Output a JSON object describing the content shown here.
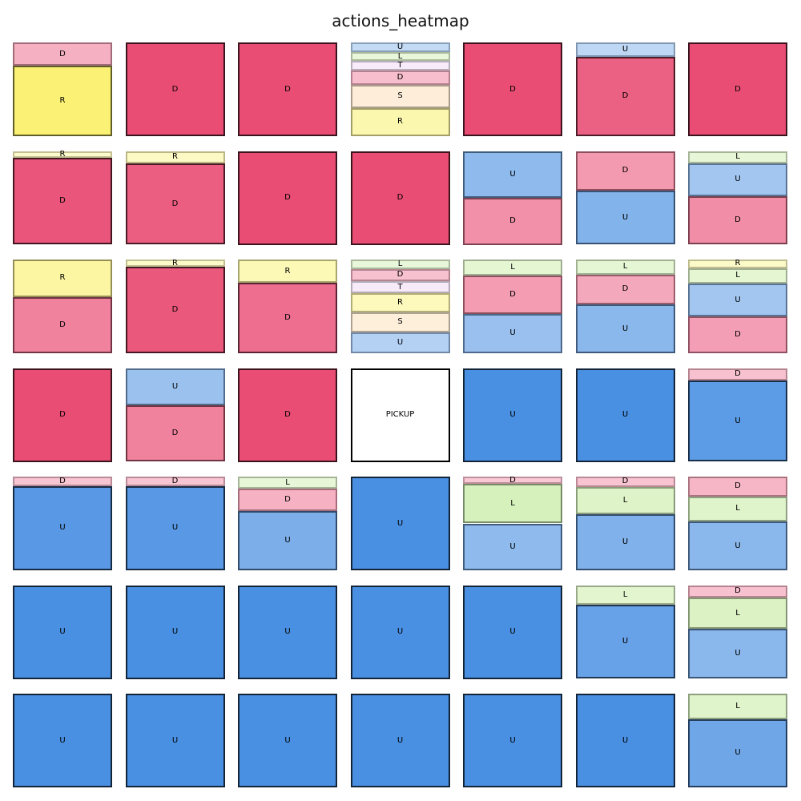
{
  "chart_data": {
    "type": "heatmap",
    "title": "actions_heatmap",
    "rows": 7,
    "cols": 7,
    "colors": {
      "D": "#e94d74",
      "R": "#f9ee55",
      "U": "#4a90e2",
      "L": "#b9e68a",
      "T": "#e8c6f0",
      "S": "#fdd9a8",
      "PICKUP": "#ffffff"
    },
    "cells": [
      [
        [
          {
            "a": "R",
            "p": 0.75
          },
          {
            "a": "D",
            "p": 0.25
          }
        ],
        [
          {
            "a": "D",
            "p": 1.0
          }
        ],
        [
          {
            "a": "D",
            "p": 1.0
          }
        ],
        [
          {
            "a": "R",
            "p": 0.3
          },
          {
            "a": "S",
            "p": 0.25
          },
          {
            "a": "D",
            "p": 0.15
          },
          {
            "a": "T",
            "p": 0.1
          },
          {
            "a": "L",
            "p": 0.1
          },
          {
            "a": "U",
            "p": 0.1
          }
        ],
        [
          {
            "a": "D",
            "p": 1.0
          }
        ],
        [
          {
            "a": "D",
            "p": 0.85
          },
          {
            "a": "U",
            "p": 0.15
          }
        ],
        [
          {
            "a": "D",
            "p": 1.0
          }
        ]
      ],
      [
        [
          {
            "a": "D",
            "p": 0.93
          },
          {
            "a": "R",
            "p": 0.07
          }
        ],
        [
          {
            "a": "D",
            "p": 0.87
          },
          {
            "a": "R",
            "p": 0.13
          }
        ],
        [
          {
            "a": "D",
            "p": 1.0
          }
        ],
        [
          {
            "a": "D",
            "p": 1.0
          }
        ],
        [
          {
            "a": "D",
            "p": 0.5
          },
          {
            "a": "U",
            "p": 0.5
          }
        ],
        [
          {
            "a": "U",
            "p": 0.58
          },
          {
            "a": "D",
            "p": 0.42
          }
        ],
        [
          {
            "a": "D",
            "p": 0.52
          },
          {
            "a": "U",
            "p": 0.35
          },
          {
            "a": "L",
            "p": 0.13
          }
        ]
      ],
      [
        [
          {
            "a": "D",
            "p": 0.6
          },
          {
            "a": "R",
            "p": 0.4
          }
        ],
        [
          {
            "a": "D",
            "p": 0.92
          },
          {
            "a": "R",
            "p": 0.08
          }
        ],
        [
          {
            "a": "D",
            "p": 0.75
          },
          {
            "a": "R",
            "p": 0.25
          }
        ],
        [
          {
            "a": "U",
            "p": 0.22
          },
          {
            "a": "S",
            "p": 0.22
          },
          {
            "a": "R",
            "p": 0.2
          },
          {
            "a": "T",
            "p": 0.13
          },
          {
            "a": "D",
            "p": 0.13
          },
          {
            "a": "L",
            "p": 0.1
          }
        ],
        [
          {
            "a": "U",
            "p": 0.42
          },
          {
            "a": "D",
            "p": 0.41
          },
          {
            "a": "L",
            "p": 0.17
          }
        ],
        [
          {
            "a": "U",
            "p": 0.52
          },
          {
            "a": "D",
            "p": 0.32
          },
          {
            "a": "L",
            "p": 0.16
          }
        ],
        [
          {
            "a": "D",
            "p": 0.39
          },
          {
            "a": "U",
            "p": 0.35
          },
          {
            "a": "L",
            "p": 0.17
          },
          {
            "a": "R",
            "p": 0.09
          }
        ]
      ],
      [
        [
          {
            "a": "D",
            "p": 1.0
          }
        ],
        [
          {
            "a": "D",
            "p": 0.6
          },
          {
            "a": "U",
            "p": 0.4
          }
        ],
        [
          {
            "a": "D",
            "p": 1.0
          }
        ],
        [
          {
            "a": "PICKUP",
            "p": 1.0
          }
        ],
        [
          {
            "a": "U",
            "p": 1.0
          }
        ],
        [
          {
            "a": "U",
            "p": 1.0
          }
        ],
        [
          {
            "a": "U",
            "p": 0.87
          },
          {
            "a": "D",
            "p": 0.13
          }
        ]
      ],
      [
        [
          {
            "a": "U",
            "p": 0.9
          },
          {
            "a": "D",
            "p": 0.1
          }
        ],
        [
          {
            "a": "U",
            "p": 0.9
          },
          {
            "a": "D",
            "p": 0.1
          }
        ],
        [
          {
            "a": "U",
            "p": 0.63
          },
          {
            "a": "D",
            "p": 0.24
          },
          {
            "a": "L",
            "p": 0.13
          }
        ],
        [
          {
            "a": "U",
            "p": 1.0
          }
        ],
        [
          {
            "a": "U",
            "p": 0.5
          },
          {
            "a": "L",
            "p": 0.42
          },
          {
            "a": "D",
            "p": 0.08
          }
        ],
        [
          {
            "a": "U",
            "p": 0.6
          },
          {
            "a": "L",
            "p": 0.29
          },
          {
            "a": "D",
            "p": 0.11
          }
        ],
        [
          {
            "a": "U",
            "p": 0.52
          },
          {
            "a": "L",
            "p": 0.27
          },
          {
            "a": "D",
            "p": 0.21
          }
        ]
      ],
      [
        [
          {
            "a": "U",
            "p": 1.0
          }
        ],
        [
          {
            "a": "U",
            "p": 1.0
          }
        ],
        [
          {
            "a": "U",
            "p": 1.0
          }
        ],
        [
          {
            "a": "U",
            "p": 1.0
          }
        ],
        [
          {
            "a": "U",
            "p": 1.0
          }
        ],
        [
          {
            "a": "U",
            "p": 0.79
          },
          {
            "a": "L",
            "p": 0.21
          }
        ],
        [
          {
            "a": "U",
            "p": 0.53
          },
          {
            "a": "L",
            "p": 0.34
          },
          {
            "a": "D",
            "p": 0.13
          }
        ]
      ],
      [
        [
          {
            "a": "U",
            "p": 1.0
          }
        ],
        [
          {
            "a": "U",
            "p": 1.0
          }
        ],
        [
          {
            "a": "U",
            "p": 1.0
          }
        ],
        [
          {
            "a": "U",
            "p": 1.0
          }
        ],
        [
          {
            "a": "U",
            "p": 1.0
          }
        ],
        [
          {
            "a": "U",
            "p": 1.0
          }
        ],
        [
          {
            "a": "U",
            "p": 0.73
          },
          {
            "a": "L",
            "p": 0.27
          }
        ]
      ]
    ]
  }
}
